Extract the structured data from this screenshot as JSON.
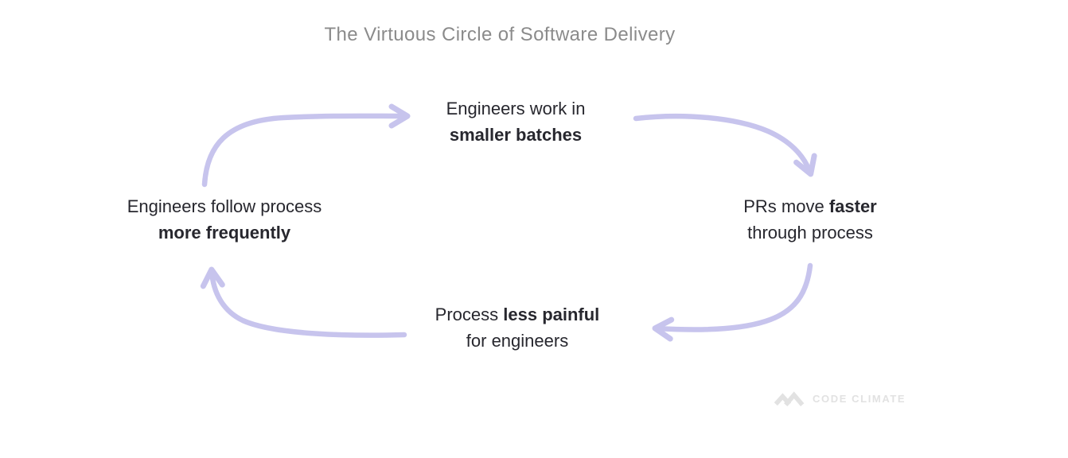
{
  "title": "The Virtuous Circle of Software Delivery",
  "nodes": {
    "top": {
      "line1": "Engineers work in",
      "line2_bold": "smaller batches"
    },
    "right": {
      "line1_normal": "PRs move ",
      "line1_bold": "faster",
      "line2": "through process"
    },
    "bottom": {
      "line1_normal": "Process ",
      "line1_bold": "less painful",
      "line2": "for engineers"
    },
    "left": {
      "line1": "Engineers follow process",
      "line2_bold": "more frequently"
    }
  },
  "logo": {
    "text": "CODE CLIMATE",
    "icon": "mountain-peaks-icon"
  },
  "colors": {
    "background": "#ffffff",
    "title_text": "#8b8b8b",
    "node_text": "#27272e",
    "arrow": "#c7c4ed",
    "logo": "#e2e2e2"
  }
}
